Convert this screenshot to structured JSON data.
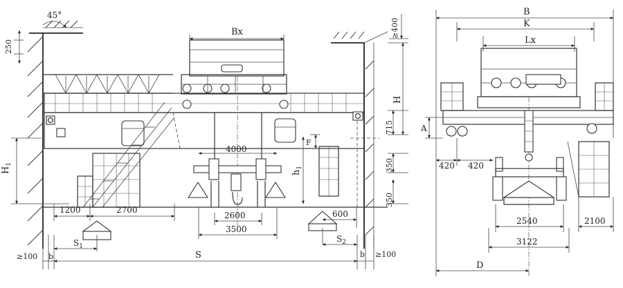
{
  "labels": {
    "angle_45": "45°",
    "dim_250": "250",
    "dim_ge400": "≥400",
    "bx": "Bx",
    "h_cap": "H",
    "dim_715": "715",
    "a": "A",
    "f": "F",
    "dim_4000": "4000",
    "h1_upper": "H",
    "h1_upper_sub": "1",
    "h1_lower": "h",
    "h1_lower_sub": "1",
    "dim_350_top": "350",
    "dim_350_bottom": "350",
    "dim_1200": "1200",
    "dim_2700": "2700",
    "dim_2600": "2600",
    "dim_3500": "3500",
    "dim_600": "600",
    "s1": "S",
    "s1_sub": "1",
    "s2": "S",
    "s2_sub": "2",
    "dim_ge100_left": "≥100",
    "b_left": "b",
    "s_total": "S",
    "b_right": "b",
    "dim_ge100_right": "≥100",
    "b_total": "B",
    "k": "K",
    "lx": "Lx",
    "dim_420_left": "420",
    "dim_420_right": "420",
    "dim_2540": "2540",
    "dim_2100": "2100",
    "dim_3122": "3122",
    "d": "D"
  }
}
